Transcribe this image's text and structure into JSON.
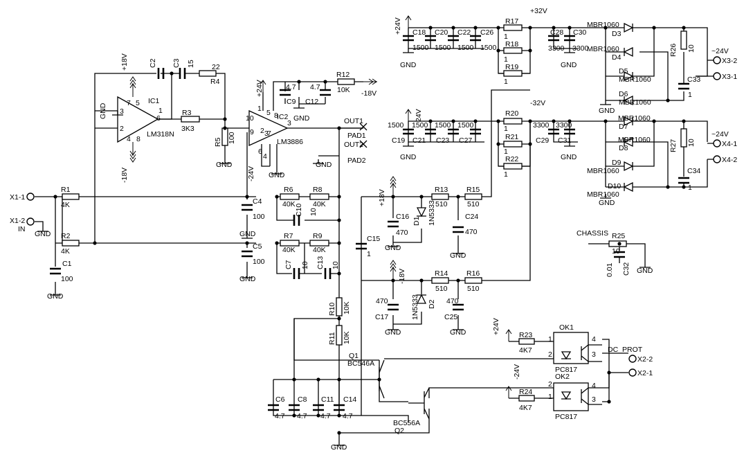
{
  "rails": {
    "p32": "+32V",
    "m32": "-32V"
  },
  "connectors": {
    "x1_1": "X1-1",
    "x1_2": "X1-2",
    "in": "IN",
    "x2_1": "X2-1",
    "x2_2": "X2-2",
    "x3_1": "X3-1",
    "x3_2": "X3-2",
    "x4_1": "X4-1",
    "x4_2": "X4-2",
    "out1": "OUT1",
    "out2": "OUT2",
    "pad1": "PAD1",
    "pad2": "PAD2",
    "ac1": "~24V",
    "ac2": "~24V",
    "dc_prot": "DC_PROT",
    "chassis": "CHASSIS"
  },
  "ics": {
    "ic1_ref": "IC1",
    "ic1_part": "LM318N",
    "ic2_ref": "IC2",
    "ic2_part": "LM3886",
    "ok1_ref": "OK1",
    "ok1_part": "PC817",
    "ok2_ref": "OK2",
    "ok2_part": "PC817",
    "q1_ref": "Q1",
    "q1_part": "BC546A",
    "q2_ref": "Q2",
    "q2_part": "BC556A"
  },
  "pins": {
    "p1": "1",
    "p2": "2",
    "p3": "3",
    "p4": "4",
    "p5": "5",
    "p6": "6",
    "p7": "7",
    "p8": "8",
    "p9": "9",
    "p10": "10"
  },
  "supplies": {
    "p18": "+18V",
    "m18": "-18V",
    "p24": "+24V",
    "m24": "-24V",
    "p24n": "24V",
    "gnd": "GND"
  },
  "resistors": {
    "R1": "R1",
    "R1v": "4K",
    "R2": "R2",
    "R2v": "4K",
    "R3": "R3",
    "R3v": "3K3",
    "R4": "R4",
    "R4v": "22",
    "R5": "R5",
    "R5v": "100",
    "R6": "R6",
    "R6v": "40K",
    "R7": "R7",
    "R7v": "40K",
    "R8": "R8",
    "R8v": "40K",
    "R9": "R9",
    "R9v": "40K",
    "R10": "R10",
    "R10v": "10K",
    "R11": "R11",
    "R11v": "10K",
    "R12": "R12",
    "R12v": "10K",
    "R13": "R13",
    "R13v": "510",
    "R14": "R14",
    "R14v": "510",
    "R15": "R15",
    "R15v": "510",
    "R16": "R16",
    "R16v": "510",
    "R17": "R17",
    "R18": "R18",
    "R19": "R19",
    "R20": "R20",
    "R21": "R21",
    "R22": "R22",
    "Rv1": "1",
    "R23": "R23",
    "R23v": "4K7",
    "R24": "R24",
    "R24v": "4K7",
    "R25": "R25",
    "R25v": "10",
    "R26": "R26",
    "R26v": "10",
    "R27": "R27",
    "R27v": "10"
  },
  "capacitors": {
    "C1": "C1",
    "C1v": "100",
    "C2": "C2",
    "C3": "C3",
    "C3v": "15",
    "C4": "C4",
    "C4v": "100",
    "C5": "C5",
    "C5v": "100",
    "C6": "C6",
    "C6v": "4.7",
    "C7": "C7",
    "C8": "C8",
    "C8v": "4.7",
    "C9": "C9",
    "C9v": "4.7",
    "C10": "C10",
    "C10v": "10",
    "C11": "C11",
    "C11v": "4.7",
    "C12": "C12",
    "C12v": "4.7",
    "C13": "C13",
    "C13v": "10",
    "C14": "C14",
    "C14v": "4.7",
    "C15": "C15",
    "C15v": "1",
    "C16": "C16",
    "C16v": "470",
    "C17": "C17",
    "C17v": "470",
    "C24": "C24",
    "C24v": "470",
    "C25": "C25",
    "C25v": "470",
    "C18": "C18",
    "C19": "C19",
    "C20": "C20",
    "C21": "C21",
    "C22": "C22",
    "C23": "C23",
    "C26": "C26",
    "C27": "C27",
    "Cv1500": "1500",
    "C28": "C28",
    "C29": "C29",
    "C30": "C30",
    "C31": "C31",
    "Cv3300": "3300",
    "C32": "C32",
    "C32v": "0.01",
    "C33": "C33",
    "C33v": "1",
    "C34": "C34",
    "C34v": "1"
  },
  "diodes": {
    "D1": "D1",
    "D1v": "1N5333",
    "D2": "D2",
    "D2v": "1N5333",
    "D3": "D3",
    "D4": "D4",
    "D5": "D5",
    "D6": "D6",
    "D7": "D7",
    "D8": "D8",
    "D9": "D9",
    "D10": "D10",
    "Dv": "MBR1060"
  }
}
